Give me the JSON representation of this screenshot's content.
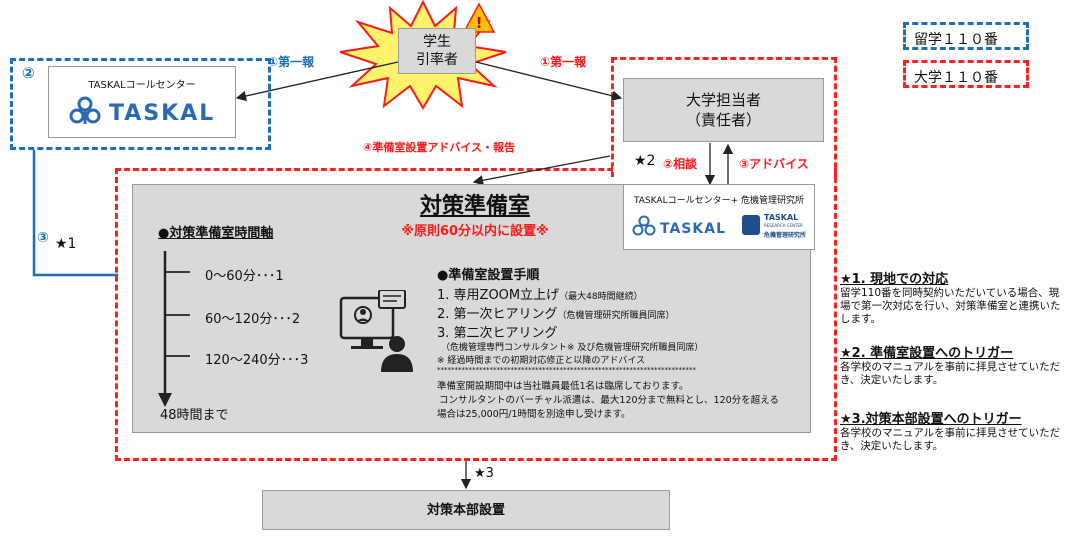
{
  "legend": {
    "blue_label": "留学１１０番",
    "red_label": "大学１１０番"
  },
  "student": {
    "line1": "学生",
    "line2": "引率者"
  },
  "taskal_box": {
    "number": "②",
    "caption": "TASKALコールセンター",
    "logo_text": "TASKAL"
  },
  "university_box": {
    "line1": "大学担当者",
    "line2": "（責任者）"
  },
  "arrows": {
    "first_report_left": "①第一報",
    "first_report_right": "①第一報",
    "advice_report": "④準備室設置アドバイス・報告",
    "consult_star": "★2",
    "consult": "②相談",
    "advice": "③アドバイス",
    "left_num": "③",
    "left_star": "★1",
    "bottom_star": "★3"
  },
  "crm_box": {
    "caption": "TASKALコールセンター+ 危機管理研究所",
    "logo_text": "TASKAL",
    "research_logo_line1": "TASKAL",
    "research_logo_line2": "RESEARCH CENTER",
    "research_logo_line3": "危機管理研究所"
  },
  "room": {
    "title": "対策準備室",
    "subtitle": "※原則60分以内に設置※",
    "timeline_title": "●対策準備室時間軸",
    "timeline": [
      "0～60分･･･1",
      "60～120分･･･2",
      "120～240分･･･3"
    ],
    "timeline_end": "48時間まで",
    "steps_title": "●準備室設置手順",
    "step1": "1. 専用ZOOM立上げ",
    "step1_note": "（最大48時間継続）",
    "step2": "2. 第一次ヒアリング",
    "step2_note": "（危機管理研究所職員同席）",
    "step3": "3. 第二次ヒアリング",
    "step3_note1": "（危機管理専門コンサルタント※ 及び危機管理研究所職員同席）",
    "step3_note2": "※ 経過時間までの初期対応修正と以降のアドバイス",
    "stars_line": "**************************************************************************",
    "footer1": "準備室開設期間中は当社職員最低1名は臨席しております。",
    "footer2": "コンサルタントのバーチャル派遣は、最大120分まで無料とし、120分を超える",
    "footer3": "場合は25,000円/1時間を別途申し受けます。"
  },
  "hq_box": {
    "label": "対策本部設置"
  },
  "notes": [
    {
      "title": "★1. 現地での対応",
      "body": "留学110番を同時契約いただいている場合、現場で第一次対応を行い、対策準備室と連携いたします。"
    },
    {
      "title": "★2. 準備室設置へのトリガー",
      "body": "各学校のマニュアルを事前に拝見させていただき、決定いたします。"
    },
    {
      "title": "★3.対策本部設置へのトリガー",
      "body": "各学校のマニュアルを事前に拝見させていただき、決定いたします。"
    }
  ],
  "colors": {
    "blue": "#1f6fb8",
    "red": "#ff2020",
    "gray": "#d9d9d9",
    "burst": "#ff1a1a",
    "burst_fill": "#ffe680",
    "logo_blue": "#2a6ab3"
  }
}
